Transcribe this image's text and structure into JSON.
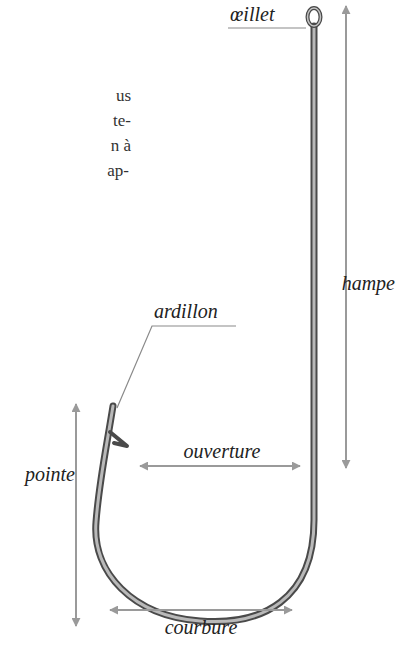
{
  "diagram": {
    "labels": [
      "us",
      "te-",
      "n à",
      "ap-",
      "œillet",
      "hampe",
      "ardillon",
      "ouverture",
      "pointe",
      "courbure"
    ]
  }
}
